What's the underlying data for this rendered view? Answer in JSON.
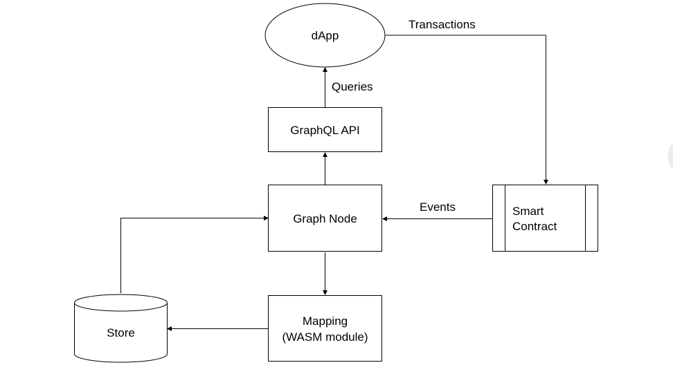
{
  "diagram": {
    "nodes": {
      "dapp": {
        "label": "dApp",
        "shape": "ellipse"
      },
      "graphql_api": {
        "label": "GraphQL API",
        "shape": "rectangle"
      },
      "graph_node": {
        "label": "Graph Node",
        "shape": "rectangle"
      },
      "smart_contract": {
        "label_line1": "Smart",
        "label_line2": "Contract",
        "shape": "process-box"
      },
      "mapping": {
        "label_line1": "Mapping",
        "label_line2": "(WASM module)",
        "shape": "rectangle"
      },
      "store": {
        "label": "Store",
        "shape": "cylinder"
      }
    },
    "edges": {
      "transactions": {
        "label": "Transactions",
        "from": "dApp",
        "to": "Smart Contract"
      },
      "queries": {
        "label": "Queries",
        "from": "GraphQL API",
        "to": "dApp"
      },
      "graph_to_api": {
        "label": "",
        "from": "Graph Node",
        "to": "GraphQL API"
      },
      "events": {
        "label": "Events",
        "from": "Smart Contract",
        "to": "Graph Node"
      },
      "graph_to_mapping": {
        "label": "",
        "from": "Graph Node",
        "to": "Mapping (WASM module)"
      },
      "mapping_to_store": {
        "label": "",
        "from": "Mapping (WASM module)",
        "to": "Store"
      },
      "store_to_graph": {
        "label": "",
        "from": "Store",
        "to": "Graph Node"
      }
    }
  },
  "colors": {
    "stroke": "#000000",
    "fill": "#ffffff",
    "text": "#000000"
  }
}
